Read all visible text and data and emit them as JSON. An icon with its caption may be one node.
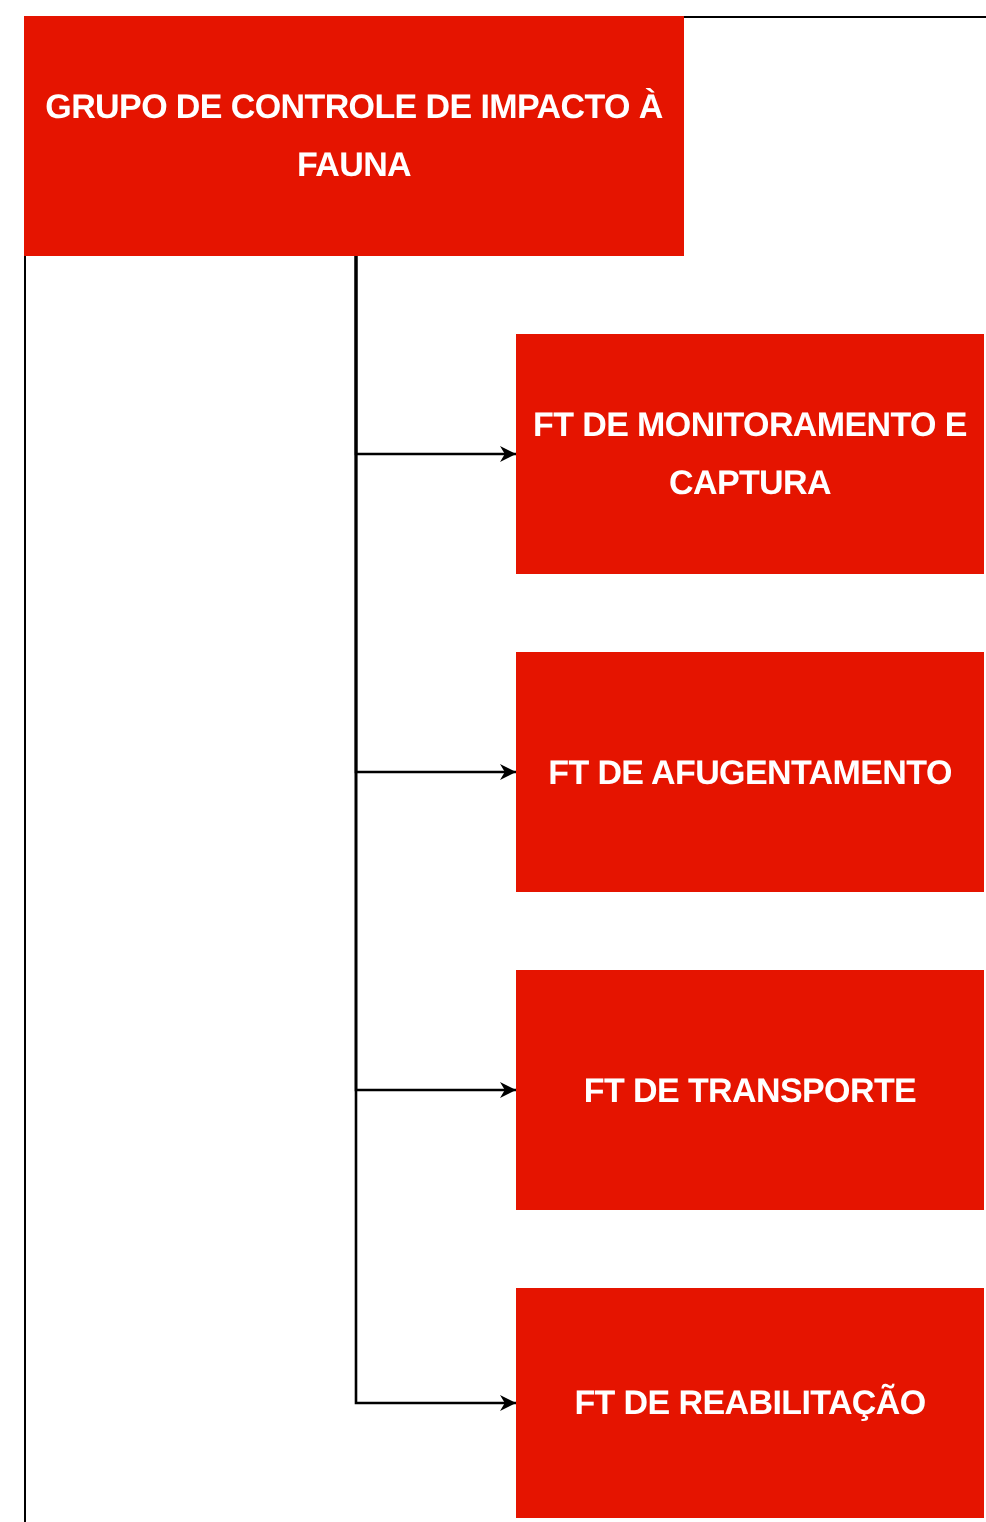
{
  "diagram": {
    "nodes": [
      {
        "text": [
          "GRUPO DE CONTROLE DE IMPACTO À FAUNA"
        ]
      },
      {
        "text": [
          "FT DE MONITORAMENTO E CAPTURA"
        ]
      },
      {
        "text": [
          "FT DE AFUGENTAMENTO"
        ]
      },
      {
        "text": [
          "FT DE TRANSPORTE"
        ]
      },
      {
        "text": [
          "FT DE REABILITAÇÃO"
        ]
      }
    ],
    "edges": [
      {
        "from": 0,
        "to": 1,
        "arrow": "to"
      },
      {
        "from": 0,
        "to": 2,
        "arrow": "to"
      },
      {
        "from": 0,
        "to": 3,
        "arrow": "to"
      },
      {
        "from": 0,
        "to": 4,
        "arrow": "to"
      }
    ]
  }
}
